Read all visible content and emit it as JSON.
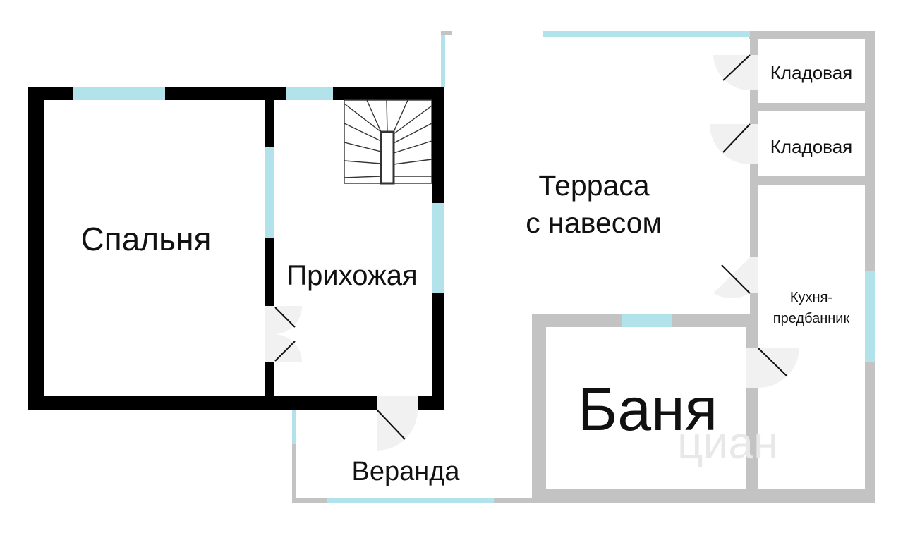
{
  "colors": {
    "house_wall": "#000000",
    "outbuilding_wall": "#c3c3c3",
    "window": "#b3e3ea",
    "door_arc": "#f1f1f1",
    "door_leaf": "#111111",
    "stair": "#333333",
    "label": "#111111"
  },
  "rooms": {
    "bedroom": "Спальня",
    "hallway": "Прихожая",
    "veranda": "Веранда",
    "terrace_line1": "Терраса",
    "terrace_line2": "с навесом",
    "storage_1": "Кладовая",
    "storage_2": "Кладовая",
    "kitchen_line1": "Кухня-",
    "kitchen_line2": "предбанник",
    "bathhouse": "Баня"
  },
  "watermark": "циан"
}
